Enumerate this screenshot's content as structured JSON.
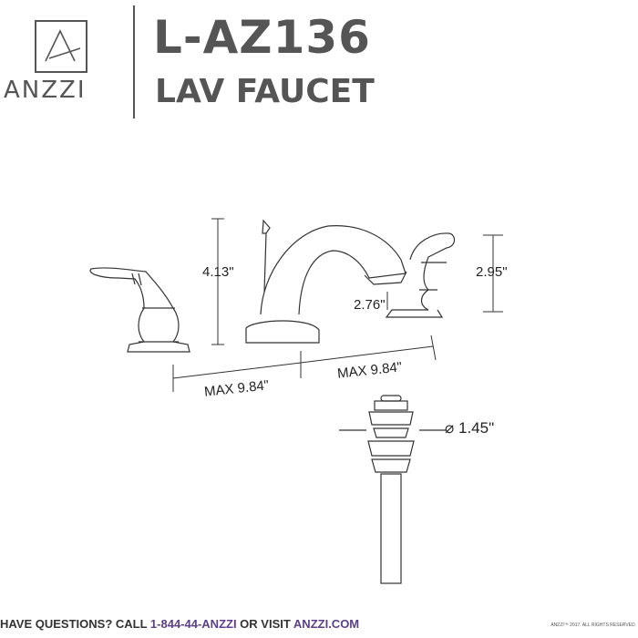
{
  "header": {
    "brand": "ANZZI",
    "model": "L-AZ136",
    "product": "LAV FAUCET"
  },
  "dimensions": {
    "height": "4.13\"",
    "handle_height": "2.95\"",
    "spout_height": "2.76\"",
    "max_left": "MAX 9.84\"",
    "max_right": "MAX 9.84\"",
    "drain_diameter": "1.45\"",
    "diameter_symbol": "⌀"
  },
  "footer": {
    "prefix": "HAVE QUESTIONS? CALL ",
    "phone": "1-844-44-ANZZI",
    "middle": " OR VISIT ",
    "site": "ANZZI.COM",
    "copyright": "ANZZI™ 2017. ALL RIGHTS RESERVED."
  },
  "colors": {
    "accent": "#5b3f8c",
    "text": "#555555"
  }
}
